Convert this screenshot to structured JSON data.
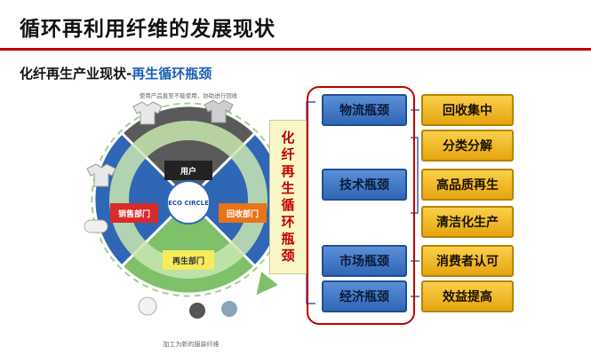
{
  "slide": {
    "title": "循环再利用纤维的发展现状",
    "subtitle_prefix": "化纤再生产业现状-",
    "subtitle_highlight": "再生循环瓶颈"
  },
  "cycle": {
    "center_logo": "ECO CIRCLE",
    "segments": [
      "用户",
      "回收部门",
      "再生部门",
      "销售部门"
    ],
    "ring_texts": [
      "使用产品直至不能使用，协助进行回收",
      "加工为新的服装纤维"
    ]
  },
  "vertical_label": [
    "化",
    "纤",
    "再",
    "生",
    "循",
    "环",
    "瓶",
    "颈"
  ],
  "bottlenecks": [
    {
      "label": "物流瓶颈",
      "solutions": [
        "回收集中"
      ]
    },
    {
      "label": "技术瓶颈",
      "solutions": [
        "分类分解",
        "高品质再生",
        "清洁化生产"
      ]
    },
    {
      "label": "市场瓶颈",
      "solutions": [
        "消费者认可"
      ]
    },
    {
      "label": "经济瓶颈",
      "solutions": [
        "效益提高"
      ]
    }
  ],
  "colors": {
    "accent_red": "#c00000",
    "blue": "#2f66b5",
    "gold": "#f2b818",
    "ring_green": "#c8e6b0"
  }
}
